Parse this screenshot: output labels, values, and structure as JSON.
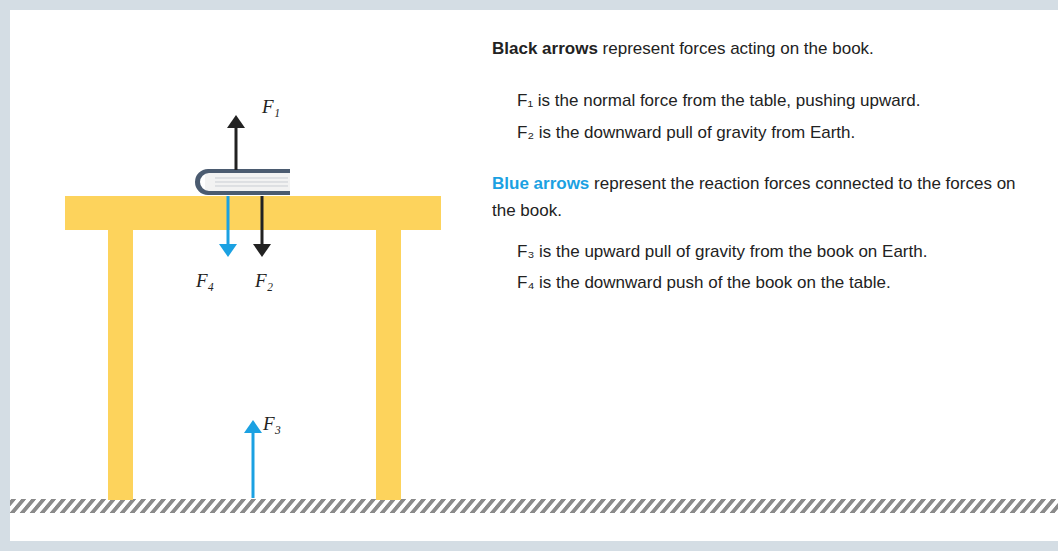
{
  "diagram": {
    "labels": [
      "F₁",
      "F₄",
      "F₂",
      "F₃",
      "Black arrows",
      "represent forces acting on the book.",
      "F₁ is the normal force from the table, pushing upward.",
      "F₂ is the downward pull of gravity from Earth.",
      "Blue arrows",
      "represent the reaction forces connected to the forces on the book.",
      "F₃ is the upward pull of gravity from the book on Earth.",
      "F₄ is the downward push of the book on the table."
    ]
  }
}
